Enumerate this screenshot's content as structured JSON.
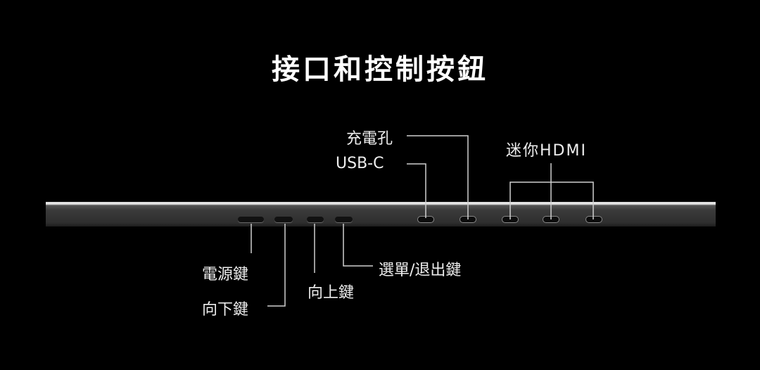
{
  "title": "接口和控制按鈕",
  "labels": {
    "charging_port": "充電孔",
    "usb_c": "USB-C",
    "mini_hdmi": "迷你HDMI",
    "power_key": "電源鍵",
    "down_key": "向下鍵",
    "up_key": "向上鍵",
    "menu_exit_key": "選單/退出鍵"
  }
}
